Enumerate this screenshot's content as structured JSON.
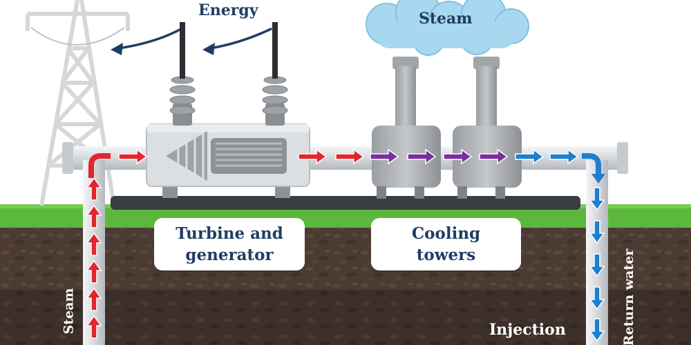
{
  "labels": {
    "energy": "Energy",
    "steam_cloud": "Steam",
    "turbine_line1": "Turbine and",
    "turbine_line2": "generator",
    "cooling_line1": "Cooling",
    "cooling_line2": "towers",
    "steam_well": "Steam",
    "return_water": "Return water",
    "injection": "Injection"
  },
  "colors": {
    "hot_steam": "#e0262e",
    "cooling": "#7a2fa0",
    "cold_water": "#1f7fce",
    "energy": "#1f3d63",
    "grass": "#5cb83d",
    "soil": "#4a3a33",
    "cloud": "#a8d8f0"
  }
}
